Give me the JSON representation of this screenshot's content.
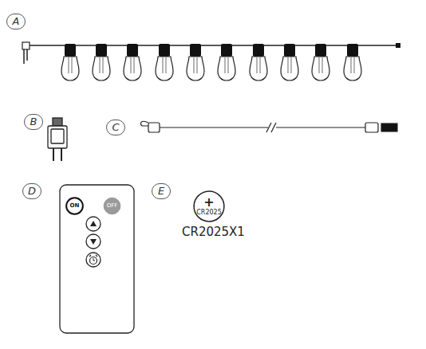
{
  "diagram": {
    "nodes": [
      {
        "text": [
          "A"
        ]
      },
      {
        "text": [
          "B"
        ]
      },
      {
        "text": [
          "C"
        ]
      },
      {
        "text": [
          "D"
        ]
      },
      {
        "text": [
          "ON"
        ]
      },
      {
        "text": [
          "OFF"
        ]
      },
      {
        "text": [
          "E"
        ]
      },
      {
        "text": [
          "+",
          "CR2025"
        ]
      }
    ],
    "labels": [
      "CR2025X1"
    ]
  }
}
